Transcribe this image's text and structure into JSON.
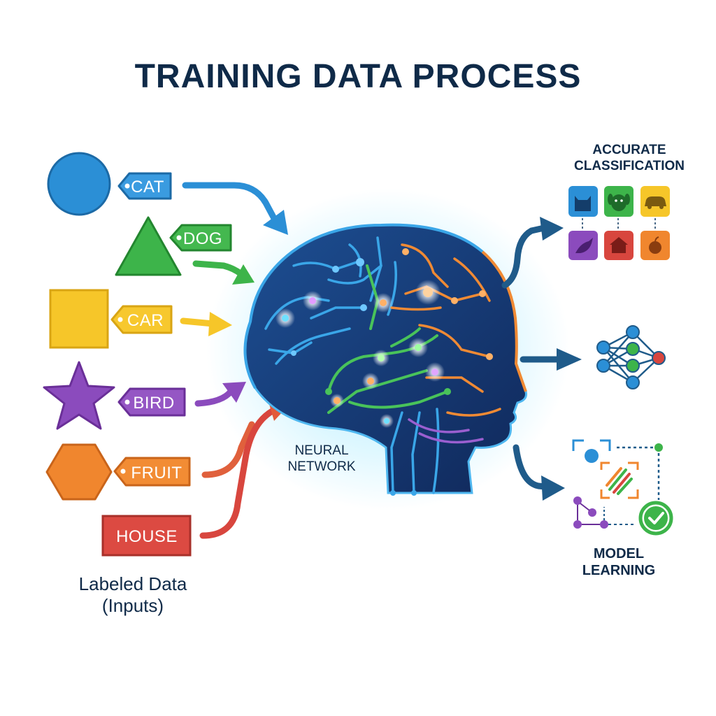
{
  "title": "TRAINING DATA PROCESS",
  "inputs": {
    "caption_line1": "Labeled Data",
    "caption_line2": "(Inputs)",
    "items": [
      {
        "shape": "circle",
        "label": "CAT",
        "color": "#2b8fd6",
        "dark": "#1c6aa6",
        "tag_bg": "#3a9be0"
      },
      {
        "shape": "triangle",
        "label": "DOG",
        "color": "#3db44a",
        "dark": "#23862f",
        "tag_bg": "#44b84f"
      },
      {
        "shape": "square",
        "label": "CAR",
        "color": "#f6c629",
        "dark": "#d9a514",
        "tag_bg": "#f7c82e"
      },
      {
        "shape": "star",
        "label": "BIRD",
        "color": "#8b4bbd",
        "dark": "#6a2f98",
        "tag_bg": "#9556c4"
      },
      {
        "shape": "hexagon",
        "label": "FRUIT",
        "color": "#f0862e",
        "dark": "#c9641a",
        "tag_bg": "#f28c34"
      },
      {
        "shape": "rect",
        "label": "HOUSE",
        "color": "#d8463e",
        "dark": "#a8302a",
        "tag_bg": "#dc4a42"
      }
    ]
  },
  "brain": {
    "caption_line1": "NEURAL",
    "caption_line2": "NETWORK",
    "glow": "#9fe3ff",
    "fill": "#173a74"
  },
  "outputs": {
    "accurate_line1": "ACCURATE",
    "accurate_line2": "CLASSIFICATION",
    "model_line1": "MODEL",
    "model_line2": "LEARNING",
    "tiles": [
      {
        "icon": "cat-icon",
        "color": "#2b8fd6"
      },
      {
        "icon": "dog-icon",
        "color": "#3db44a"
      },
      {
        "icon": "car-icon",
        "color": "#f6c629"
      },
      {
        "icon": "bird-icon",
        "color": "#8b4bbd"
      },
      {
        "icon": "house-icon",
        "color": "#d8463e"
      },
      {
        "icon": "apple-icon",
        "color": "#f0862e"
      }
    ],
    "arrow_color": "#1f5b8a",
    "check_color": "#3db44a"
  },
  "colors": {
    "title": "#0f2a48",
    "circuit_blue": "#3aa6e8",
    "circuit_green": "#49c35a",
    "circuit_orange": "#f08a34",
    "circuit_purple": "#9a5fd0"
  }
}
